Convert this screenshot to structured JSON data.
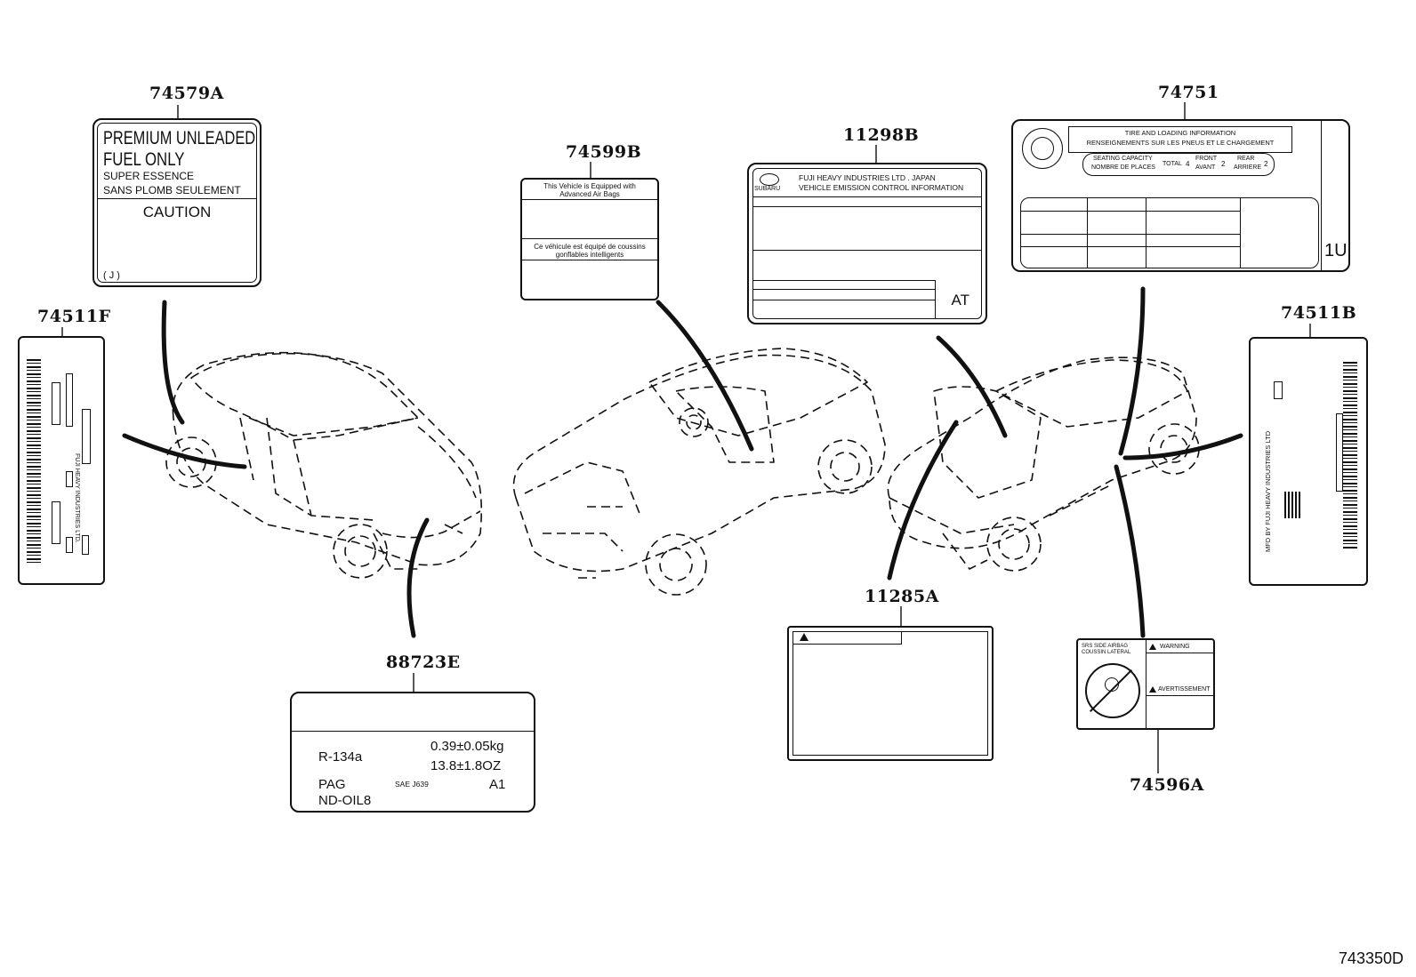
{
  "part_numbers": {
    "p74579A": "74579A",
    "p74599B": "74599B",
    "p11298B": "11298B",
    "p74751": "74751",
    "p74511F": "74511F",
    "p74511B": "74511B",
    "p11285A": "11285A",
    "p88723E": "88723E",
    "p74596A": "74596A"
  },
  "fuel_label": {
    "line1": "PREMIUM UNLEADED",
    "line2": "FUEL ONLY",
    "line3": "SUPER  ESSENCE",
    "line4": "SANS  PLOMB  SEULEMENT",
    "caution": "CAUTION",
    "code": "( J )"
  },
  "airbag_label": {
    "line1": "This Vehicle is Equipped with",
    "line2": "Advanced Air Bags",
    "line3": "Ce véhicule est équipé de coussins",
    "line4": "gonflables intelligents"
  },
  "emission_label": {
    "line1": "FUJI  HEAVY  INDUSTRIES  LTD . JAPAN",
    "line2": "VEHICLE  EMISSION  CONTROL  INFORMATION",
    "brand": "SUBARU",
    "at": "AT"
  },
  "tire_label": {
    "title1": "TIRE AND LOADING INFORMATION",
    "title2": "RENSEIGNEMENTS SUR LES PNEUS ET LE CHARGEMENT",
    "seating1": "SEATING CAPACITY",
    "seating2": "NOMBRE DE PLACES",
    "total": "TOTAL",
    "total_val": "4",
    "front1": "FRONT",
    "front2": "AVANT",
    "front_val": "2",
    "rear1": "REAR",
    "rear2": "ARRIERE",
    "rear_val": "2",
    "code": "1U"
  },
  "refrigerant_label": {
    "refrigerant": "R-134a",
    "qty_kg": "0.39±0.05kg",
    "qty_oz": "13.8±1.8OZ",
    "oil1": "PAG",
    "oil2": "ND-OIL8",
    "std": "SAE J639",
    "code": "A1"
  },
  "warning_label": {
    "left1": "SRS SIDE AIRBAG",
    "left2": "COUSSIN LATERAL",
    "warning": "WARNING",
    "avert": "AVERTISSEMENT"
  },
  "vin_label_b": {
    "mfd": "MFD BY FUJI HEAVY INDUSTRIES LTD"
  },
  "vin_label_f": {
    "mfd": "FUJI HEAVY INDUSTRIES LTD."
  },
  "figure_code": "743350D"
}
